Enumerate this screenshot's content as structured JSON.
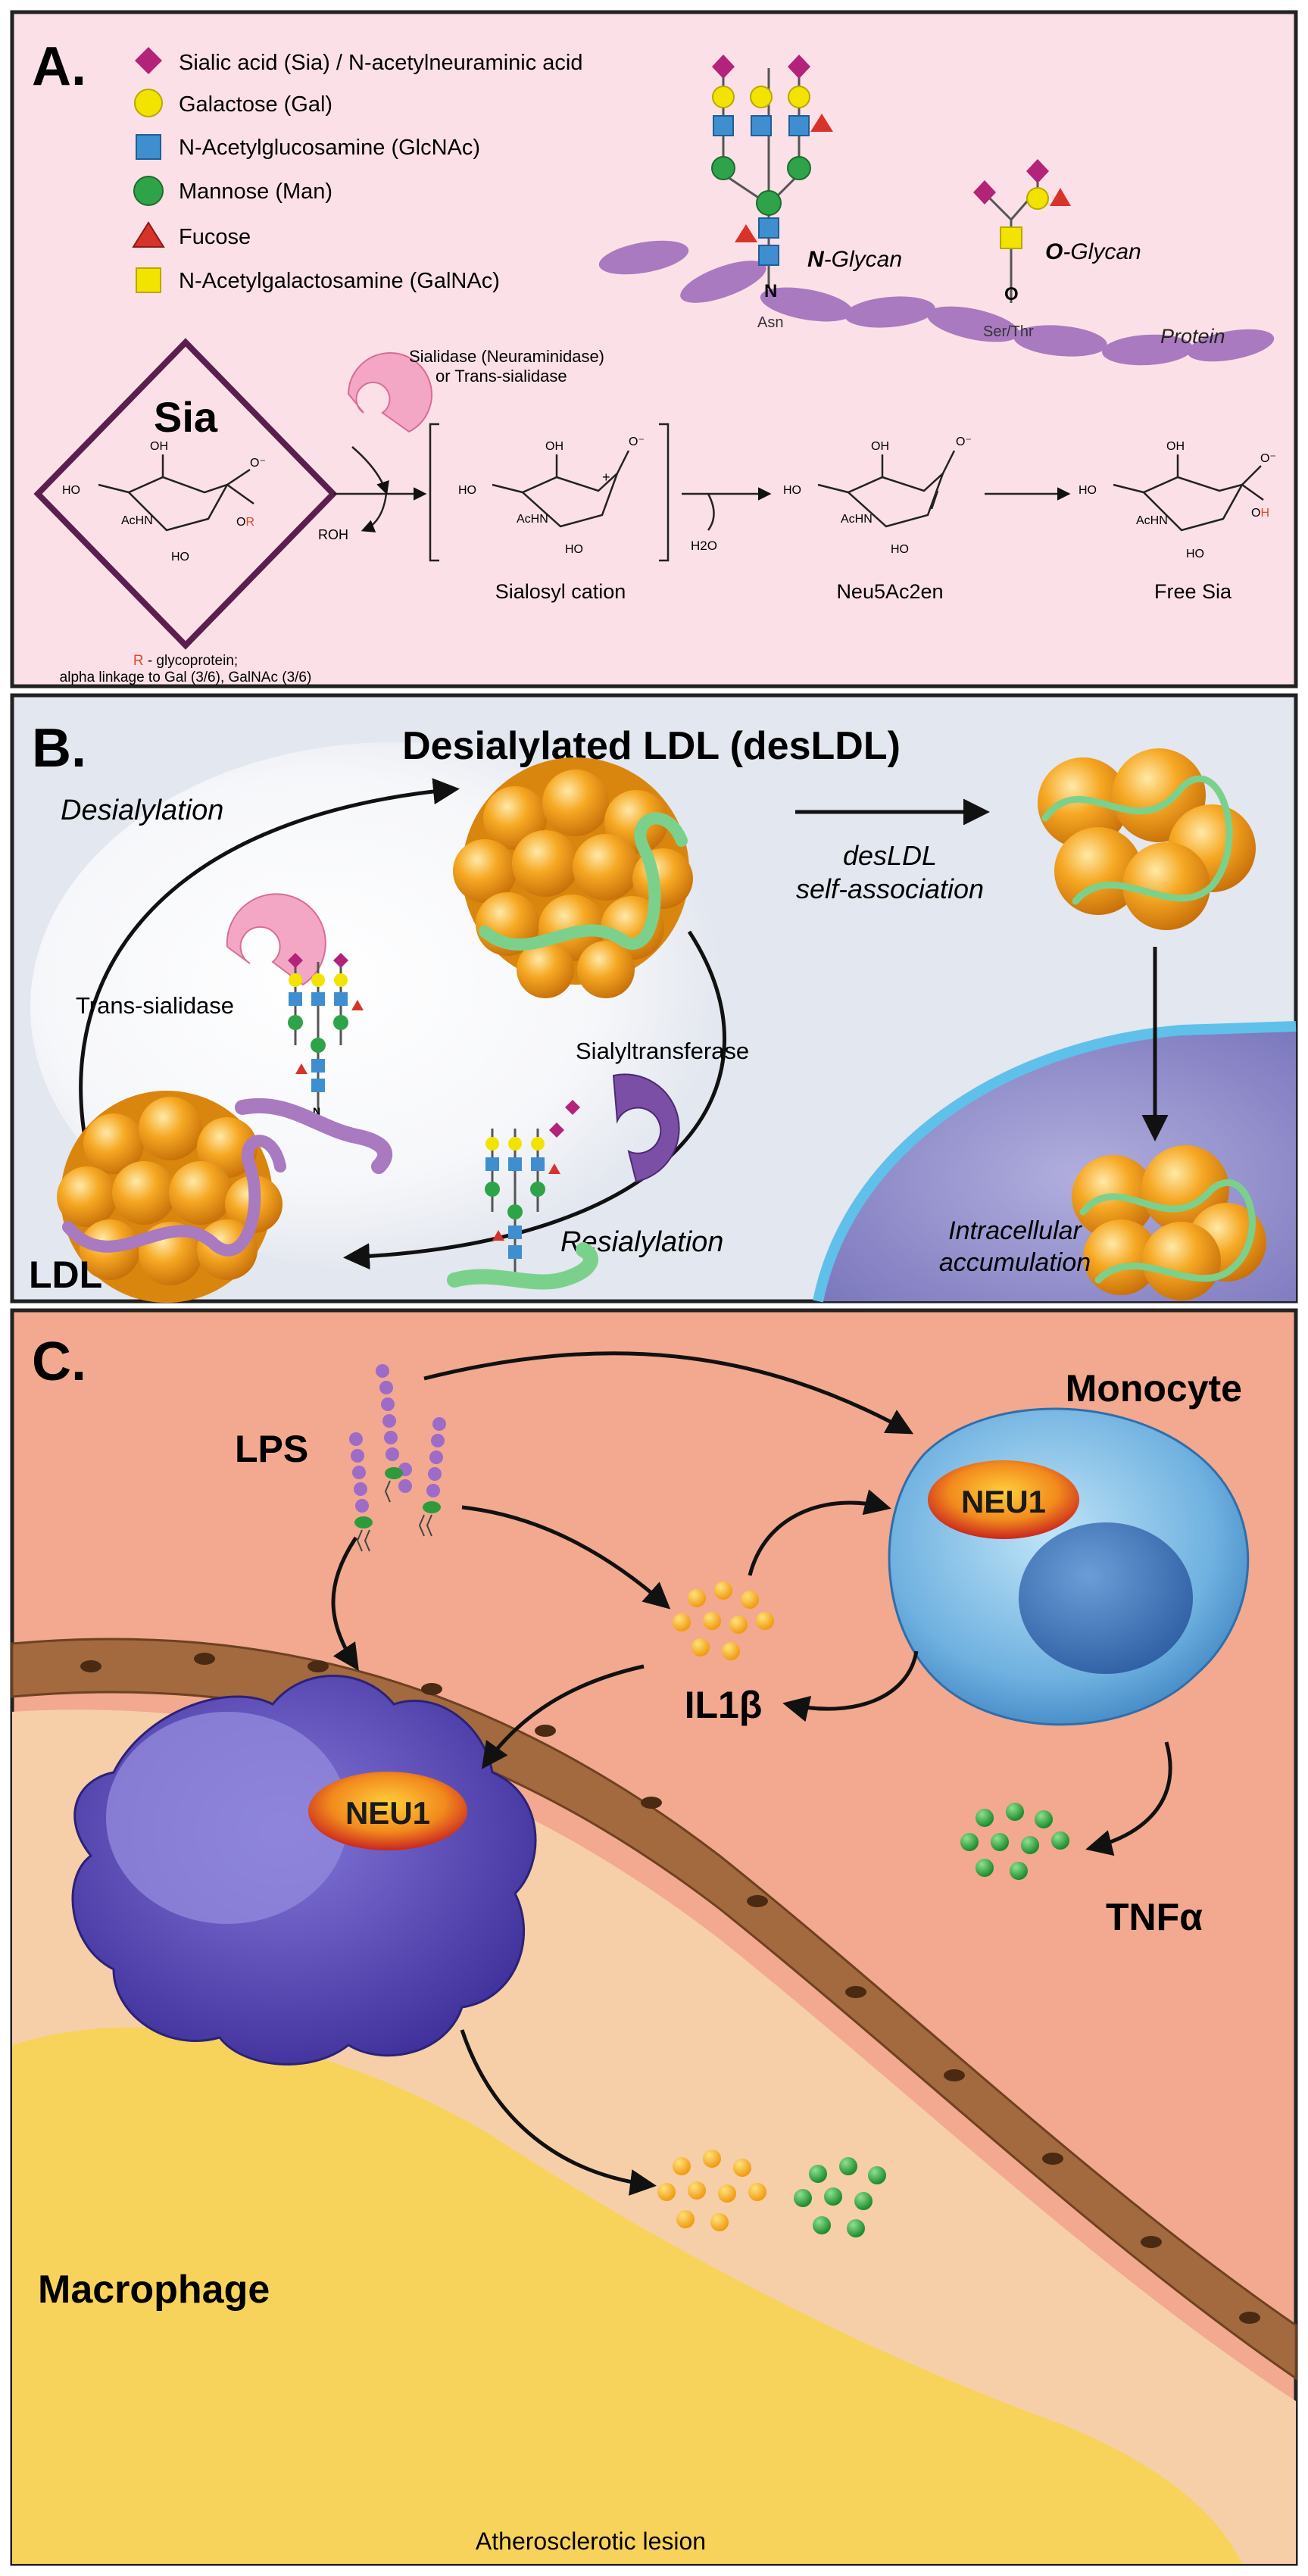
{
  "colors": {
    "sialic_acid": "#b3237a",
    "galactose": "#f2e300",
    "glcnac": "#3f8fd0",
    "mannose": "#2fa34a",
    "fucose": "#d8332a",
    "galnac": "#f2e300",
    "panel_a_bg": "#fbe1e7",
    "panel_b_bg": "#e3e7ef",
    "panel_c_bg": "#f2a98f",
    "ldl_orange": "#f5a623",
    "protein_purple": "#a97ac0",
    "sia_frame": "#5a1f4f"
  },
  "panel_a": {
    "letter": "A.",
    "legend": [
      {
        "shape": "diamond",
        "label": "Sialic acid (Sia) / N-acetylneuraminic acid"
      },
      {
        "shape": "circle-yellow",
        "label": "Galactose (Gal)"
      },
      {
        "shape": "square-blue",
        "label": "N-Acetylglucosamine (GlcNAc)"
      },
      {
        "shape": "circle-green",
        "label": "Mannose (Man)"
      },
      {
        "shape": "triangle",
        "label": "Fucose"
      },
      {
        "shape": "square-yellow",
        "label": "N-Acetylgalactosamine (GalNAc)"
      }
    ],
    "n_glycan_prefix": "N",
    "n_glycan_suffix": "-Glycan",
    "o_glycan_prefix": "O",
    "o_glycan_suffix": "-Glycan",
    "n_atom": "N",
    "o_atom": "O",
    "asn": "Asn",
    "ser_thr": "Ser/Thr",
    "protein": "Protein",
    "sia_title": "Sia",
    "enzyme_line1": "Sialidase (Neuraminidase)",
    "enzyme_line2": "or Trans-sialidase",
    "roh": "ROH",
    "h2o": "H2O",
    "sialosyl_cation": "Sialosyl cation",
    "neu5ac2en": "Neu5Ac2en",
    "free_sia": "Free Sia",
    "r_note_r": "R",
    "r_note_line1": " - glycoprotein;",
    "r_note_line2": "alpha linkage to Gal (3/6), GalNAc (3/6)",
    "chem": {
      "ho": "HO",
      "oh": "OH",
      "achn": "AcHN",
      "o": "O",
      "r": "R",
      "h": "H",
      "o_minus": "O⁻",
      "plus": "+"
    }
  },
  "panel_b": {
    "letter": "B.",
    "title": "Desialylated LDL (desLDL)",
    "desialylation": "Desialylation",
    "resialylation": "Resialylation",
    "self_assoc_line1": "desLDL",
    "self_assoc_line2": "self-association",
    "trans_sialidase": "Trans-sialidase",
    "sialyltransferase": "Sialyltransferase",
    "ldl": "LDL",
    "intracellular_line1": "Intracellular",
    "intracellular_line2": "accumulation",
    "n": "N"
  },
  "panel_c": {
    "letter": "C.",
    "lps": "LPS",
    "monocyte": "Monocyte",
    "neu1_monocyte": "NEU1",
    "neu1_macrophage": "NEU1",
    "il1b": "IL1β",
    "tnfa": "TNFα",
    "macrophage": "Macrophage",
    "lesion": "Atherosclerotic lesion"
  }
}
